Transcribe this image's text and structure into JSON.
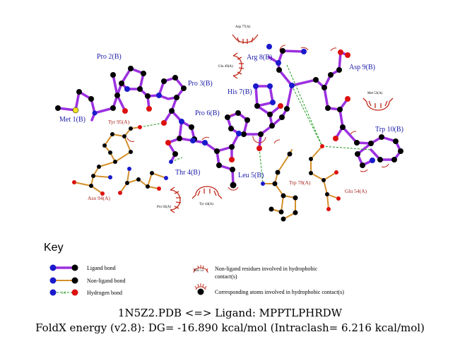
{
  "ligand_residues": [
    "Met 1(B)",
    "Pro 2(B)",
    "Pro 3(B)",
    "Thr 4(B)",
    "Leu 5(B)",
    "Pro 6(B)",
    "His 7(B)",
    "Arg 8(B)",
    "Asp 9(B)",
    "Trp 10(B)"
  ],
  "nonligand_residues": [
    "Tyr 95(A)",
    "Asn 94(A)",
    "Trp 78(A)",
    "Glu 54(A)"
  ],
  "hydrophobic_residues": [
    "Asp 77(A)",
    "Glu 49(A)",
    "Met 53(A)",
    "Pro 92(A)",
    "Tyr 44(A)"
  ],
  "key": {
    "title": "Key",
    "ligand_bond": "Ligand bond",
    "nonligand_bond": "Non-ligand bond",
    "hydrogen_bond": "Hydrogen bond",
    "hbond_length": "3.0",
    "hydrophobic_example": "His 53",
    "hydrophobic_desc_1": "Non-ligand residues involved in hydrophobic",
    "hydrophobic_desc_2": "contact(s)",
    "atoms_desc": "Corresponding atoms involved in hydrophobic contact(s)"
  },
  "caption": {
    "line1": "1N5Z2.PDB <=> Ligand: MPPTLPHRDW",
    "line2": "FoldX energy (v2.8): DG= -16.890 kcal/mol (Intraclash= 6.216 kcal/mol)"
  },
  "colors": {
    "ligand_bond": "#9b30e0",
    "nonligand_bond": "#d4902c",
    "hbond": "#1e9a1e",
    "carbon": "#000000",
    "nitrogen": "#1a1acc",
    "oxygen": "#dd1010",
    "sulfur": "#f0e020",
    "hydrophobic": "#c0281a"
  }
}
